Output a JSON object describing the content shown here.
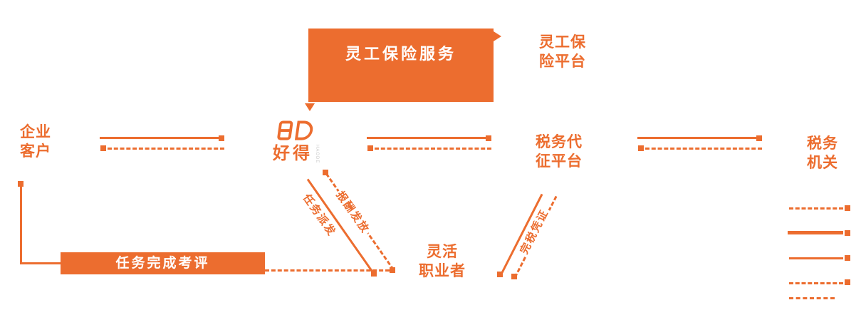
{
  "accent": "#EC6D2F",
  "top_box": {
    "label": "灵工保险服务"
  },
  "nodes": {
    "insurance_platform": {
      "line1": "灵工保",
      "line2": "险平台"
    },
    "enterprise": {
      "line1": "企业",
      "line2": "客户"
    },
    "tax_agency": {
      "line1": "税务代",
      "line2": "征平台"
    },
    "tax_authority": {
      "line1": "税务",
      "line2": "机关"
    },
    "worker": {
      "line1": "灵活",
      "line2": "职业者"
    }
  },
  "logo": {
    "brand": "好得",
    "sub": "HAODE"
  },
  "edges": {
    "evaluation": {
      "label": "任务完成考评"
    },
    "dispatch": {
      "label": "任务派发"
    },
    "payment": {
      "label": "报酬发放"
    },
    "tax_receipt": {
      "label": "完税凭证"
    }
  }
}
